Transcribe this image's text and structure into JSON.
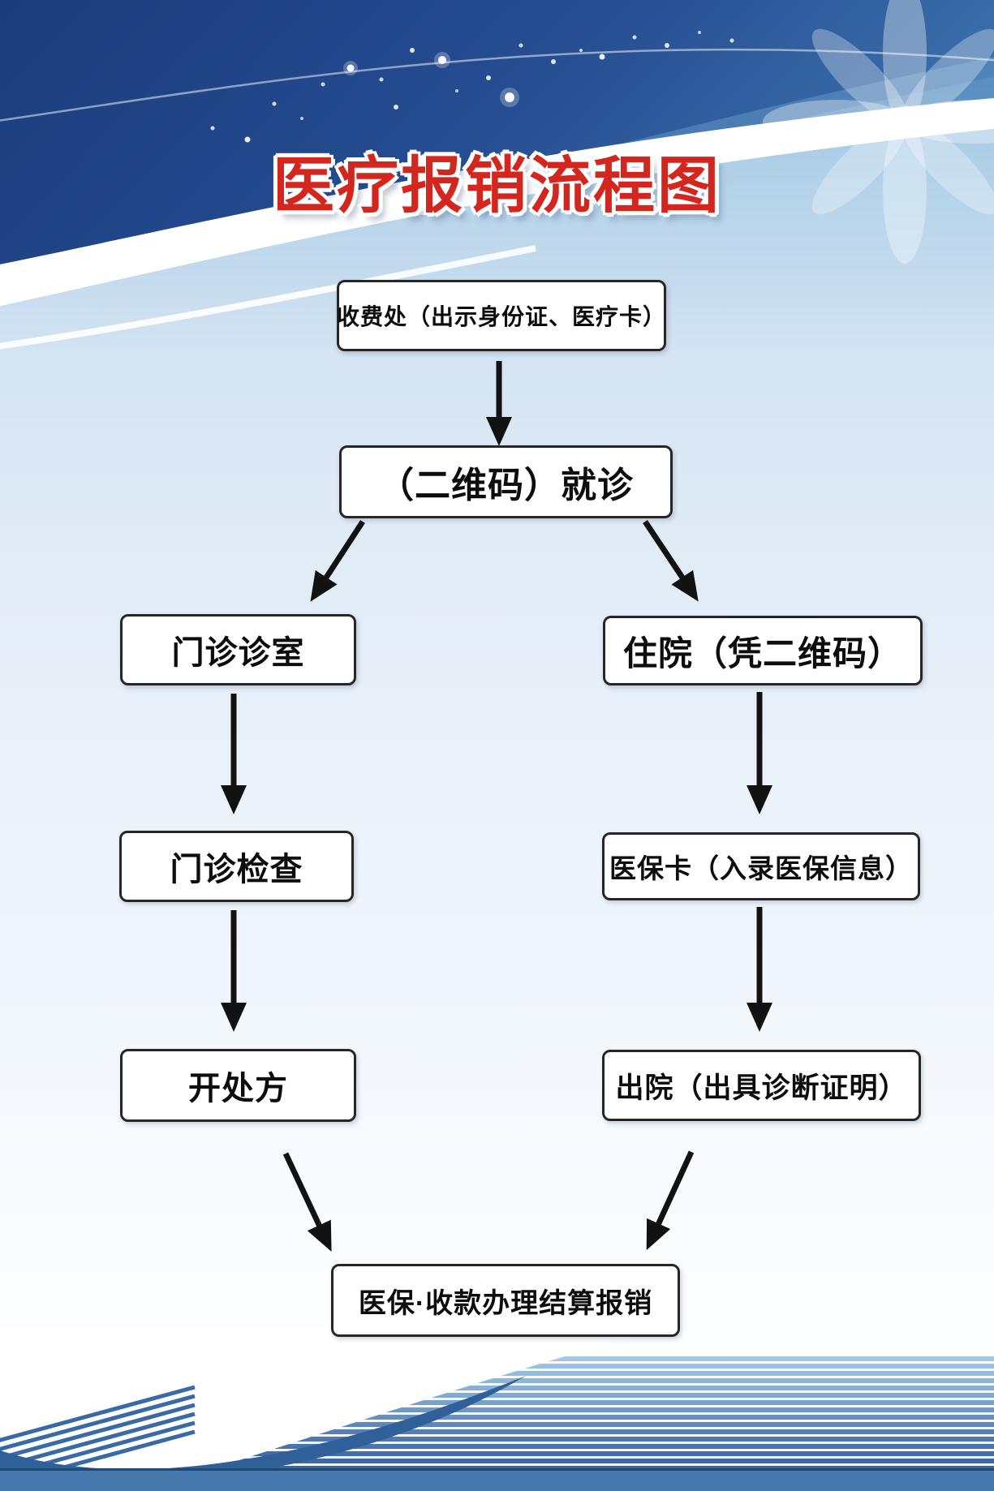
{
  "poster": {
    "title": "医疗报销流程图",
    "nodes": [
      {
        "id": "fee-office",
        "label": "收费处（出示身份证、医疗卡）"
      },
      {
        "id": "qr-visit",
        "label": "（二维码）就诊"
      },
      {
        "id": "outpatient-room",
        "label": "门诊诊室"
      },
      {
        "id": "inpatient-admission",
        "label": "住院（凭二维码）"
      },
      {
        "id": "outpatient-exam",
        "label": "门诊检查"
      },
      {
        "id": "medical-insurance-card",
        "label": "医保卡（入录医保信息）"
      },
      {
        "id": "prescription",
        "label": "开处方"
      },
      {
        "id": "discharge",
        "label": "出院（出具诊断证明）"
      },
      {
        "id": "settlement",
        "label": "医保·收款办理结算报销"
      }
    ],
    "edges": [
      {
        "from": "fee-office",
        "to": "qr-visit"
      },
      {
        "from": "qr-visit",
        "to": "outpatient-room"
      },
      {
        "from": "qr-visit",
        "to": "inpatient-admission"
      },
      {
        "from": "outpatient-room",
        "to": "outpatient-exam"
      },
      {
        "from": "inpatient-admission",
        "to": "medical-insurance-card"
      },
      {
        "from": "outpatient-exam",
        "to": "prescription"
      },
      {
        "from": "medical-insurance-card",
        "to": "discharge"
      },
      {
        "from": "prescription",
        "to": "settlement"
      },
      {
        "from": "discharge",
        "to": "settlement"
      }
    ],
    "decorations": [
      "flower",
      "sparkles",
      "wave-swoosh",
      "pinstripes"
    ],
    "colors": {
      "title_red": "#d3261f",
      "header_navy": "#1a3c7c",
      "header_blue": "#4d86bb",
      "box_border": "#262626",
      "arrow_black": "#121212",
      "stripe_blue_dark": "#2c5590",
      "stripe_blue_light": "#a4c9e3",
      "content_light_blue": "#d9e7f4"
    }
  }
}
